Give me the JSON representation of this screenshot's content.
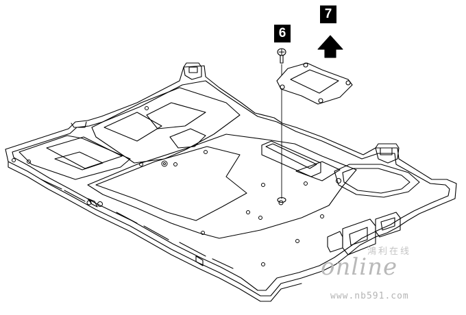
{
  "diagram": {
    "steps": [
      {
        "id": "6",
        "label": "6"
      },
      {
        "id": "7",
        "label": "7"
      }
    ]
  },
  "watermark": {
    "script_text": "online",
    "cjk_text": "鴻利在线",
    "url": "www.nb591.com"
  }
}
